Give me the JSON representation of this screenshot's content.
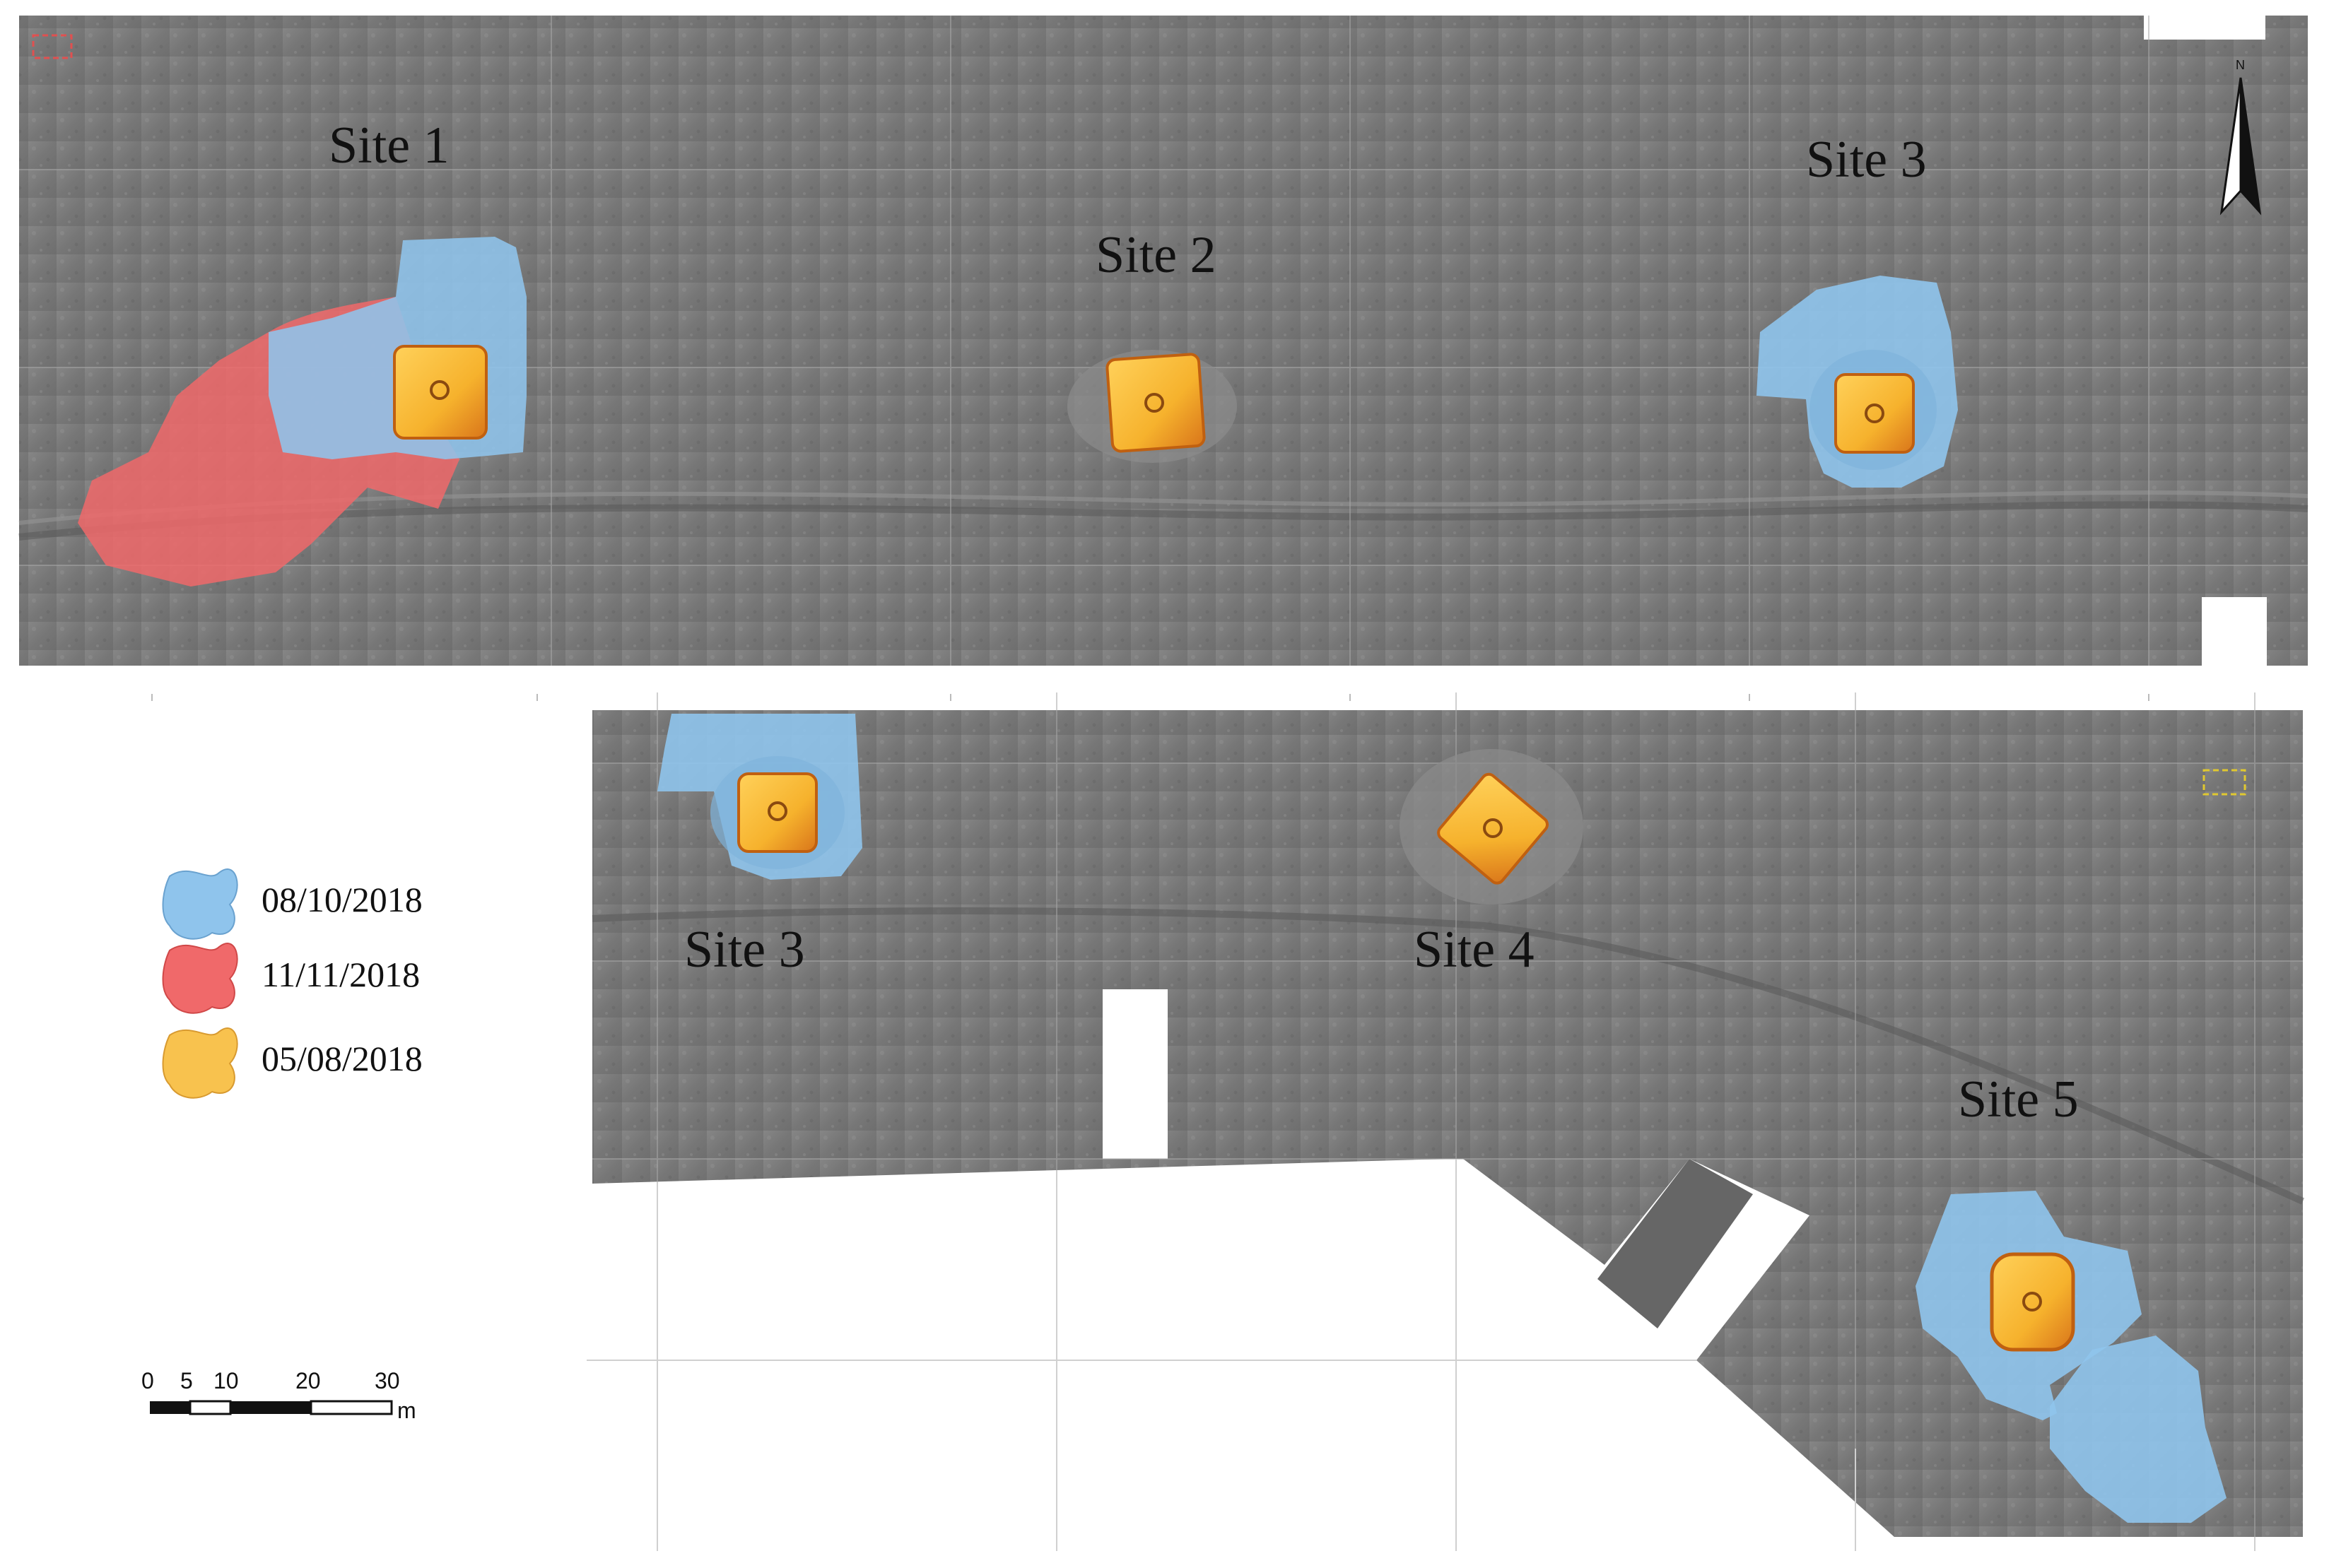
{
  "sites": {
    "top": [
      {
        "label": "Site 1"
      },
      {
        "label": "Site 2"
      },
      {
        "label": "Site 3"
      }
    ],
    "bottom": [
      {
        "label": "Site 3"
      },
      {
        "label": "Site 4"
      },
      {
        "label": "Site 5"
      }
    ]
  },
  "legend": {
    "items": [
      {
        "date": "08/10/2018",
        "color": "#8fc4ec"
      },
      {
        "date": "11/11/2018",
        "color": "#f0696a"
      },
      {
        "date": "05/08/2018",
        "color": "#f8c24e"
      }
    ]
  },
  "scale_bar": {
    "ticks": [
      "0",
      "5",
      "10",
      "20",
      "30"
    ],
    "unit": "m"
  },
  "north_arrow": {
    "label": "N"
  },
  "colors": {
    "hillshade": "#7a7a7a",
    "survey_blue": "#8fc4ec",
    "survey_red": "#f0696a",
    "survey_orange": "#f8c24e"
  }
}
